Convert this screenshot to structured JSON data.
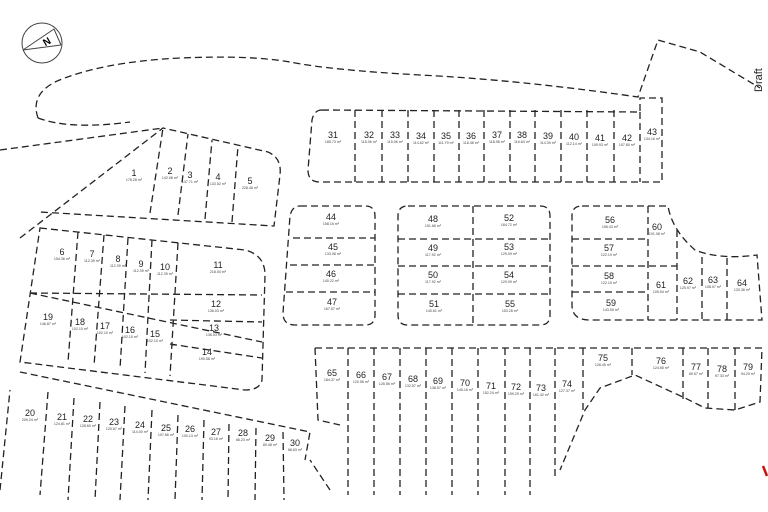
{
  "plan": {
    "north_label": "N",
    "draft_label": "Draft",
    "unit": "m²",
    "colors": {
      "lines": "#222222",
      "accent_mark": "#cc1111"
    },
    "lots": [
      {
        "no": "1",
        "area": "176.28"
      },
      {
        "no": "2",
        "area": "142.08"
      },
      {
        "no": "3",
        "area": "137.71"
      },
      {
        "no": "4",
        "area": "133.52"
      },
      {
        "no": "5",
        "area": "228.48"
      },
      {
        "no": "6",
        "area": "154.36"
      },
      {
        "no": "7",
        "area": "112.39"
      },
      {
        "no": "8",
        "area": "112.39"
      },
      {
        "no": "9",
        "area": "112.39"
      },
      {
        "no": "10",
        "area": "112.39"
      },
      {
        "no": "11",
        "area": "218.54"
      },
      {
        "no": "12",
        "area": "136.03"
      },
      {
        "no": "13",
        "area": "136.03"
      },
      {
        "no": "14",
        "area": "190.58"
      },
      {
        "no": "15",
        "area": "102.10"
      },
      {
        "no": "16",
        "area": "102.10"
      },
      {
        "no": "17",
        "area": "102.10"
      },
      {
        "no": "18",
        "area": "102.10"
      },
      {
        "no": "19",
        "area": "146.87"
      },
      {
        "no": "20",
        "area": "209.24"
      },
      {
        "no": "21",
        "area": "124.81"
      },
      {
        "no": "22",
        "area": "128.60"
      },
      {
        "no": "23",
        "area": "120.67"
      },
      {
        "no": "24",
        "area": "114.00"
      },
      {
        "no": "25",
        "area": "107.66"
      },
      {
        "no": "26",
        "area": "100.13"
      },
      {
        "no": "27",
        "area": "93.16"
      },
      {
        "no": "28",
        "area": "86.23"
      },
      {
        "no": "29",
        "area": "80.48"
      },
      {
        "no": "30",
        "area": "68.63"
      },
      {
        "no": "31",
        "area": "185.73"
      },
      {
        "no": "32",
        "area": "115.06"
      },
      {
        "no": "33",
        "area": "115.06"
      },
      {
        "no": "34",
        "area": "114.62"
      },
      {
        "no": "35",
        "area": "111.79"
      },
      {
        "no": "36",
        "area": "118.48"
      },
      {
        "no": "37",
        "area": "118.98"
      },
      {
        "no": "38",
        "area": "116.64"
      },
      {
        "no": "39",
        "area": "114.39"
      },
      {
        "no": "40",
        "area": "112.14"
      },
      {
        "no": "41",
        "area": "109.93"
      },
      {
        "no": "42",
        "area": "107.80"
      },
      {
        "no": "43",
        "area": "134.16"
      },
      {
        "no": "44",
        "area": "158.16"
      },
      {
        "no": "45",
        "area": "133.08"
      },
      {
        "no": "46",
        "area": "140.22"
      },
      {
        "no": "47",
        "area": "167.57"
      },
      {
        "no": "48",
        "area": "151.66"
      },
      {
        "no": "49",
        "area": "117.92"
      },
      {
        "no": "50",
        "area": "117.92"
      },
      {
        "no": "51",
        "area": "140.61"
      },
      {
        "no": "52",
        "area": "164.72"
      },
      {
        "no": "53",
        "area": "129.09"
      },
      {
        "no": "54",
        "area": "129.09"
      },
      {
        "no": "55",
        "area": "153.26"
      },
      {
        "no": "56",
        "area": "156.43"
      },
      {
        "no": "57",
        "area": "122.19"
      },
      {
        "no": "58",
        "area": "122.19"
      },
      {
        "no": "59",
        "area": "143.50"
      },
      {
        "no": "60",
        "area": "101.08"
      },
      {
        "no": "61",
        "area": "105.54"
      },
      {
        "no": "62",
        "area": "125.97"
      },
      {
        "no": "63",
        "area": "108.07"
      },
      {
        "no": "64",
        "area": "133.36"
      },
      {
        "no": "65",
        "area": "184.37"
      },
      {
        "no": "66",
        "area": "120.56"
      },
      {
        "no": "67",
        "area": "126.56"
      },
      {
        "no": "68",
        "area": "132.57"
      },
      {
        "no": "69",
        "area": "138.57"
      },
      {
        "no": "70",
        "area": "145.16"
      },
      {
        "no": "71",
        "area": "152.24"
      },
      {
        "no": "72",
        "area": "159.29"
      },
      {
        "no": "73",
        "area": "161.42"
      },
      {
        "no": "74",
        "area": "127.37"
      },
      {
        "no": "75",
        "area": "128.45"
      },
      {
        "no": "76",
        "area": "124.65"
      },
      {
        "no": "77",
        "area": "89.57"
      },
      {
        "no": "78",
        "area": "97.33"
      },
      {
        "no": "79",
        "area": "94.20"
      }
    ]
  }
}
